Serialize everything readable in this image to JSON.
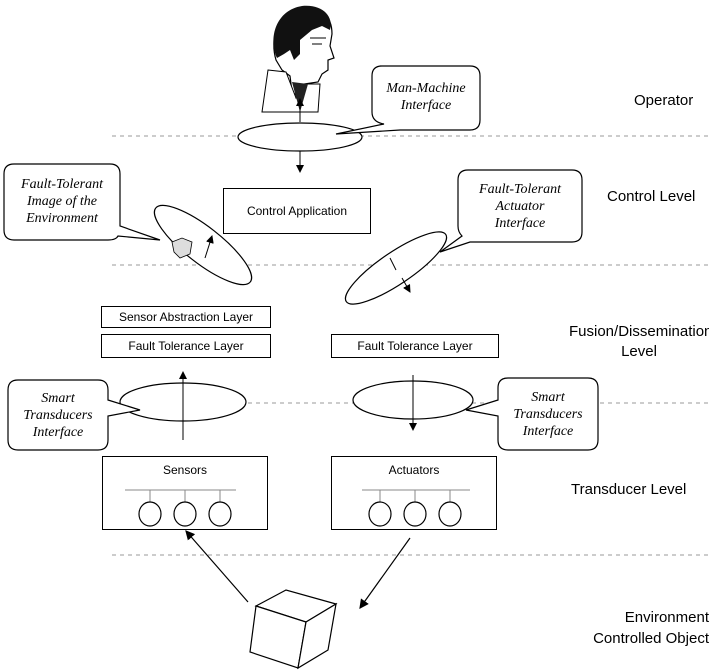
{
  "levels": {
    "operator": "Operator",
    "control": "Control Level",
    "fusion_line1": "Fusion/Dissemination",
    "fusion_line2": "Level",
    "transducer": "Transducer Level",
    "environment_line1": "Environment",
    "environment_line2": "Controlled Object"
  },
  "boxes": {
    "control_application": "Control Application",
    "sensor_abstraction_layer": "Sensor Abstraction Layer",
    "fault_tolerance_layer_left": "Fault Tolerance Layer",
    "fault_tolerance_layer_right": "Fault Tolerance Layer",
    "sensors": "Sensors",
    "actuators": "Actuators"
  },
  "callouts": {
    "man_machine_l1": "Man-Machine",
    "man_machine_l2": "Interface",
    "ft_image_l1": "Fault-Tolerant",
    "ft_image_l2": "Image of the",
    "ft_image_l3": "Environment",
    "ft_actuator_l1": "Fault-Tolerant",
    "ft_actuator_l2": "Actuator",
    "ft_actuator_l3": "Interface",
    "st_left_l1": "Smart",
    "st_left_l2": "Transducers",
    "st_left_l3": "Interface",
    "st_right_l1": "Smart",
    "st_right_l2": "Transducers",
    "st_right_l3": "Interface"
  },
  "icons": {
    "operator": "operator-head-icon",
    "object": "controlled-object-cube-icon"
  }
}
